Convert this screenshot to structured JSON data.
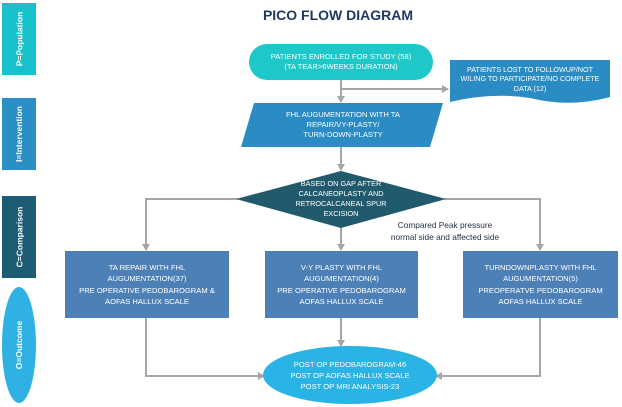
{
  "title": "PICO FLOW DIAGRAM",
  "side_labels": {
    "population": "P=Population",
    "intervention": "I=Intervention",
    "comparison": "C=Comparison",
    "outcome": "O=Outcome"
  },
  "nodes": {
    "enrolled": {
      "line1": "PATIENTS ENROLLED FOR STUDY (58)",
      "line2": "(TA TEAR>6WEEKS DURATION)"
    },
    "lost": {
      "line1": "PATIENTS LOST TO FOLLOWUP/NOT",
      "line2": "WILING TO PARTICIPATE/NO COMPLETE",
      "line3": "DATA (12)"
    },
    "intervention": {
      "line1": "FHL AUGUMENTATION WITH TA",
      "line2": "REPAIR/VY-PLASTY/",
      "line3": "TURN-DOWN-PLASTY"
    },
    "decision": {
      "line1": "BASED ON GAP AFTER",
      "line2": "CALCANEOPLASTY AND",
      "line3": "RETROCALCANEAL SPUR",
      "line4": "EXCISION"
    },
    "compared_note": {
      "line1": "Compared Peak pressure",
      "line2": "normal side and affected side"
    },
    "group_ta": {
      "line1": "TA REPAIR WITH FHL",
      "line2": "AUGUMENTATION(37)",
      "line3": "PRE OPERATIVE PEDOBAROGRAM &",
      "line4": "AOFAS HALLUX SCALE"
    },
    "group_vy": {
      "line1": "V-Y PLASTY WITH FHL",
      "line2": "AUGUMENTATION(4)",
      "line3": "PRE OPERATIVE PEDOBAROGRAM",
      "line4": "AOFAS HALLUX SCALE"
    },
    "group_td": {
      "line1": "TURNDOWNPLASTY WITH FHL",
      "line2": "AUGUMENTATION(5)",
      "line3": "PREOPERATVE PEDOBAROGRAM",
      "line4": "AOFAS HALLUX SCALE"
    },
    "outcome": {
      "line1": "POST OP PEDOBAROGRAM-46",
      "line2": "POST OP AOFAS HALLUX SCALE",
      "line3": "POST OP MRI ANALYSIS-23"
    }
  },
  "colors": {
    "title": "#1f3864",
    "population_side": "#16c1c9",
    "intervention_side": "#2a8fc4",
    "comparison_side": "#1e5b74",
    "outcome_side": "#2fb1e3",
    "teal": "#1ec7c8",
    "blue_box": "#2b8cc4",
    "diamond": "#205a6c",
    "group_box": "#4e80b8",
    "outcome_ellipse": "#2ab3e5",
    "arrow": "#a6a6a6"
  }
}
